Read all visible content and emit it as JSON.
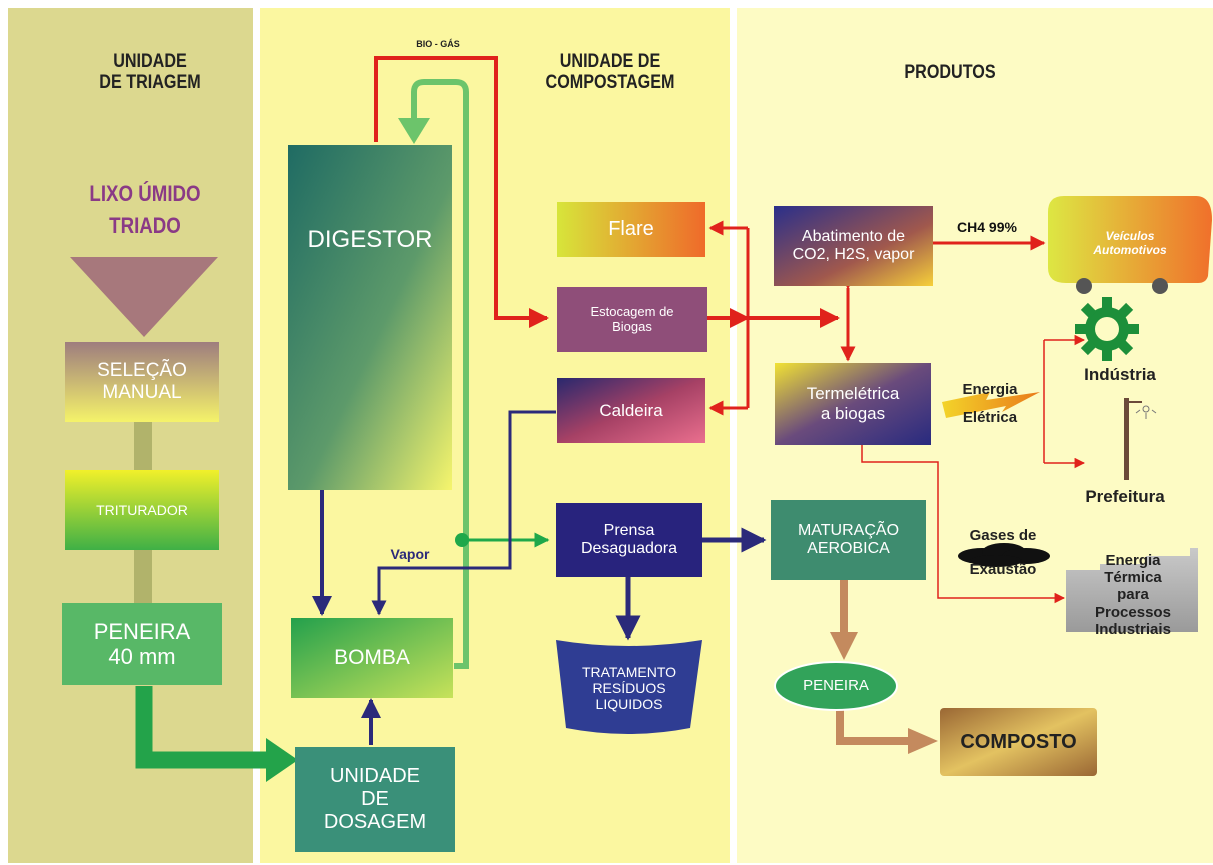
{
  "sections": {
    "triagem": "UNIDADE\nDE TRIAGEM",
    "compostagem": "UNIDADE DE\nCOMPOSTAGEM",
    "produtos": "PRODUTOS"
  },
  "labels": {
    "lixo": "LIXO ÚMIDO\nTRIADO",
    "biogas": "BIO - GÁS",
    "vapor": "Vapor",
    "ch4": "CH4  99%",
    "energia": "Energia\nElétrica",
    "gases": "Gases de\nExaustão"
  },
  "nodes": {
    "selecao": "SELEÇÃO\nMANUAL",
    "triturador": "TRITURADOR",
    "peneira40": "PENEIRA\n40 mm",
    "dosagem": "UNIDADE\nDE\nDOSAGEM",
    "digestor": "DIGESTOR",
    "bomba": "BOMBA",
    "flare": "Flare",
    "estocagem": "Estocagem de\nBiogas",
    "caldeira": "Caldeira",
    "prensa": "Prensa\nDesaguadora",
    "tratamento": "TRATAMENTO\nRESÍDUOS\nLIQUIDOS",
    "abatimento": "Abatimento de\nCO2, H2S, vapor",
    "termeletrica": "Termelétrica\na biogas",
    "maturacao": "MATURAÇÃO\nAEROBICA",
    "peneira": "PENEIRA",
    "composto": "COMPOSTO",
    "veiculos": "Veículos\nAutomotivos",
    "industria": "Indústria",
    "prefeitura": "Prefeitura",
    "energia_termica": "Energia\nTérmica\npara\nProcessos\nIndustriais"
  },
  "colors": {
    "red_arrow": "#e0221b",
    "navy_arrow": "#2b2a7a",
    "green_arrow": "#1fa84a",
    "brown_arrow": "#c48a5e",
    "panel_left": "#dcd88f",
    "panel_mid": "#fbf7a0",
    "panel_right": "#fdfbc4"
  }
}
